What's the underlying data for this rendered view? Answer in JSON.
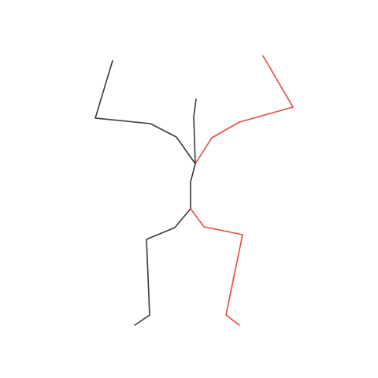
{
  "figure": {
    "background": "#ffffff",
    "colors": {
      "left_side": "#3a3a3a",
      "right_side": "#e8473f"
    },
    "segments": [
      {
        "name": "left-arm",
        "side": "left_side"
      },
      {
        "name": "neck-head",
        "side": "left_side"
      },
      {
        "name": "right-arm",
        "side": "right_side"
      },
      {
        "name": "spine",
        "side": "left_side"
      },
      {
        "name": "left-leg",
        "side": "left_side"
      },
      {
        "name": "right-leg",
        "side": "right_side"
      }
    ]
  }
}
